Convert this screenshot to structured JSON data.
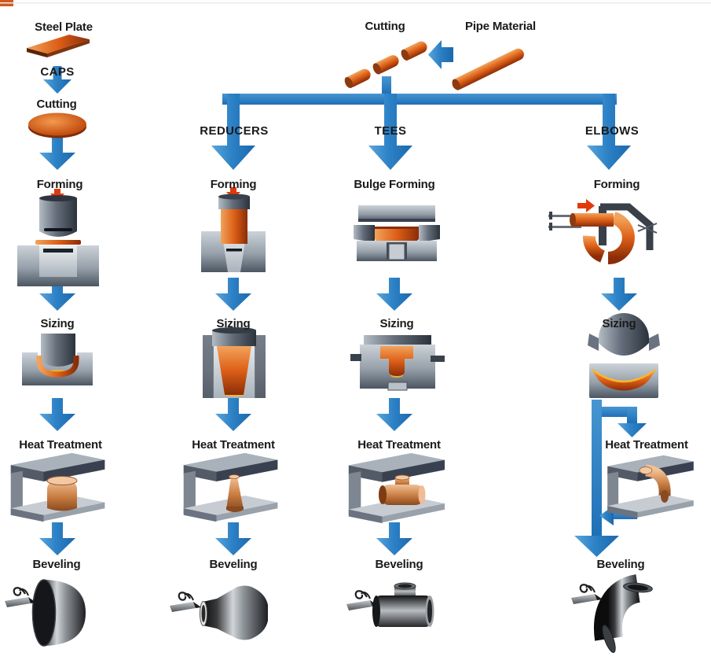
{
  "colors": {
    "arrow_blue": "#2e82c6",
    "hot_orange": "#dd5f17",
    "hot_red_arrow": "#e03a0c",
    "copper": "#c87c41",
    "steel_gray": "#96a0aa",
    "finished_steel": "#3a3b3d",
    "label_text": "#1a1a1a",
    "background": "#ffffff"
  },
  "header": {
    "cutting": "Cutting",
    "pipe_material": "Pipe Material"
  },
  "caps": {
    "material": "Steel Plate",
    "name": "CAPS",
    "cutting": "Cutting",
    "forming": "Forming",
    "sizing": "Sizing",
    "heat_treatment": "Heat Treatment",
    "beveling": "Beveling"
  },
  "reducers": {
    "name": "REDUCERS",
    "forming": "Forming",
    "sizing": "Sizing",
    "heat_treatment": "Heat Treatment",
    "beveling": "Beveling"
  },
  "tees": {
    "name": "TEES",
    "forming": "Bulge Forming",
    "sizing": "Sizing",
    "heat_treatment": "Heat Treatment",
    "beveling": "Beveling"
  },
  "elbows": {
    "name": "ELBOWS",
    "forming": "Forming",
    "sizing": "Sizing",
    "heat_treatment": "Heat Treatment",
    "beveling": "Beveling"
  }
}
